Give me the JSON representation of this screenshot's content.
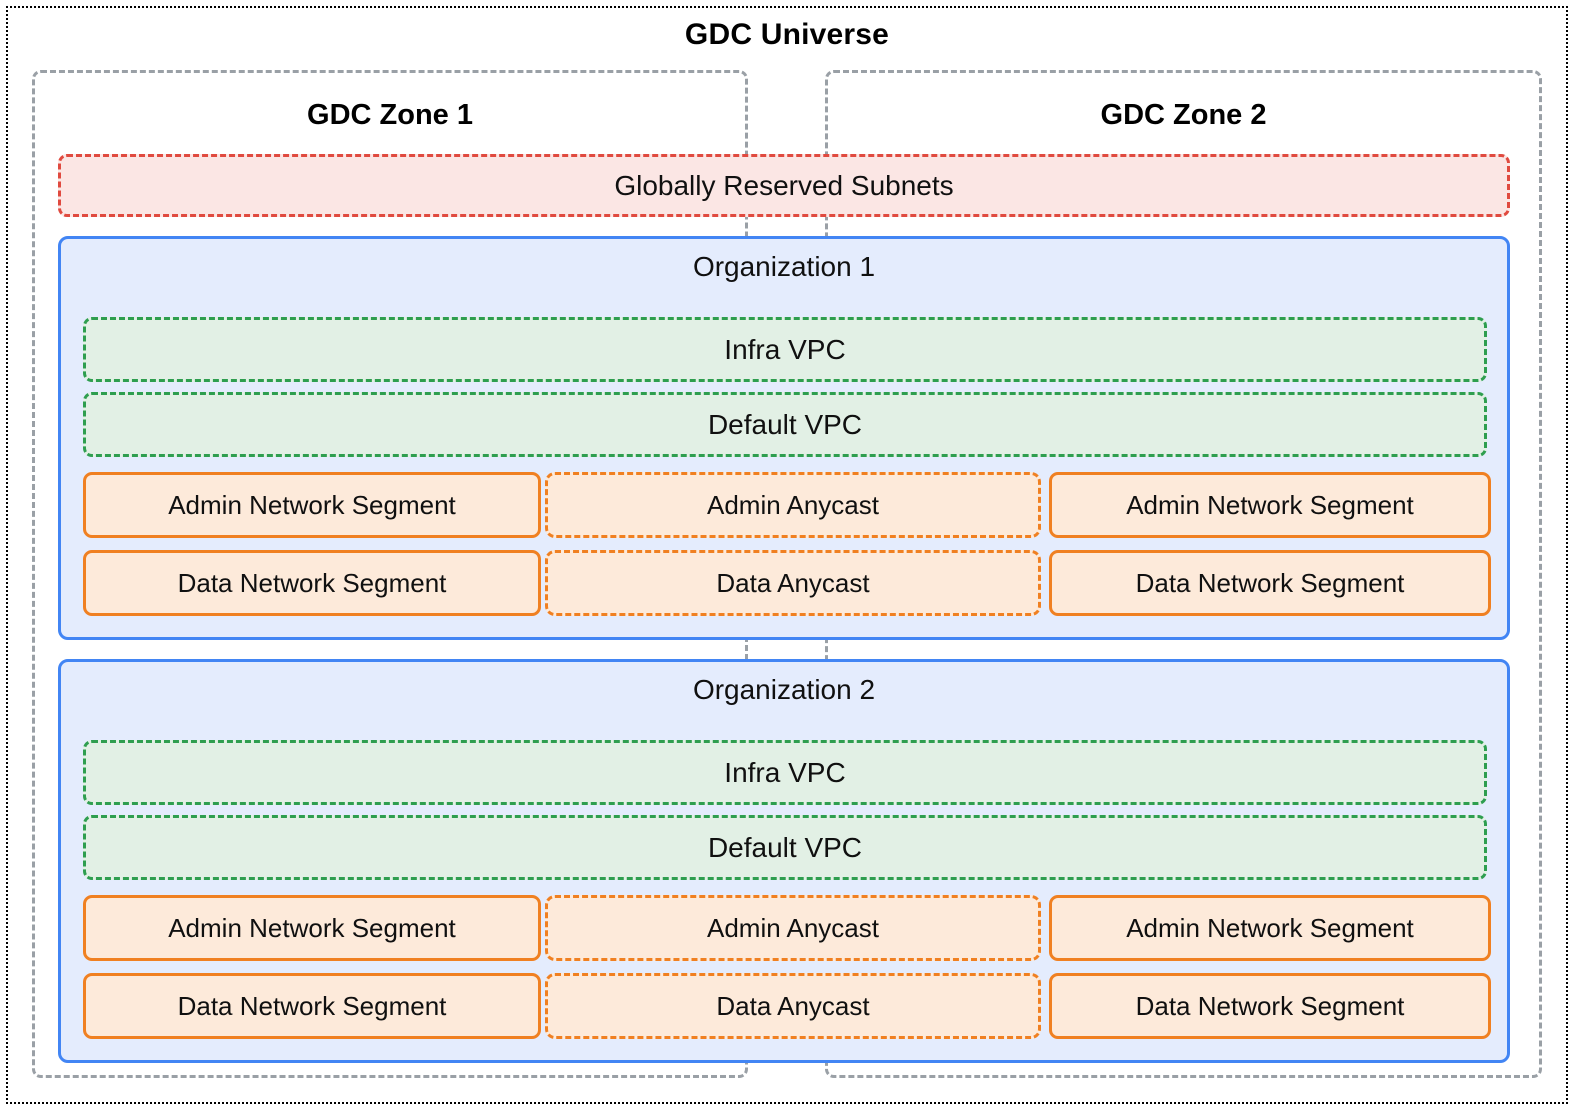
{
  "diagram": {
    "title": "GDC Universe",
    "zones": [
      {
        "title": "GDC Zone 1"
      },
      {
        "title": "GDC Zone 2"
      }
    ],
    "globally_reserved_subnets": {
      "label": "Globally Reserved Subnets",
      "border_color": "#e04a3f",
      "fill_color": "#fbe6e4",
      "border_style": "dashed"
    },
    "organizations": [
      {
        "title": "Organization 1",
        "border_color": "#4285f4",
        "fill_color": "#e4ecfd",
        "vpcs": [
          {
            "label": "Infra VPC",
            "border_color": "#2e9e4f",
            "fill_color": "#e2f0e5",
            "border_style": "dashed"
          },
          {
            "label": "Default VPC",
            "border_color": "#2e9e4f",
            "fill_color": "#e2f0e5",
            "border_style": "dashed"
          }
        ],
        "rows": [
          {
            "left": "Admin Network Segment",
            "center": "Admin Anycast",
            "right": "Admin Network Segment"
          },
          {
            "left": "Data Network Segment",
            "center": "Data Anycast",
            "right": "Data Network Segment"
          }
        ]
      },
      {
        "title": "Organization 2",
        "border_color": "#4285f4",
        "fill_color": "#e4ecfd",
        "vpcs": [
          {
            "label": "Infra VPC",
            "border_color": "#2e9e4f",
            "fill_color": "#e2f0e5",
            "border_style": "dashed"
          },
          {
            "label": "Default VPC",
            "border_color": "#2e9e4f",
            "fill_color": "#e2f0e5",
            "border_style": "dashed"
          }
        ],
        "rows": [
          {
            "left": "Admin Network Segment",
            "center": "Admin Anycast",
            "right": "Admin Network Segment"
          },
          {
            "left": "Data Network Segment",
            "center": "Data Anycast",
            "right": "Data Network Segment"
          }
        ]
      }
    ],
    "legend_colors": {
      "universe_border": "#000000",
      "zone_border": "#9aa0a6",
      "organization_border": "#4285f4",
      "vpc_border": "#2e9e4f",
      "segment_border": "#f08021",
      "segment_fill": "#fdeada",
      "reserved_border": "#e04a3f"
    }
  }
}
